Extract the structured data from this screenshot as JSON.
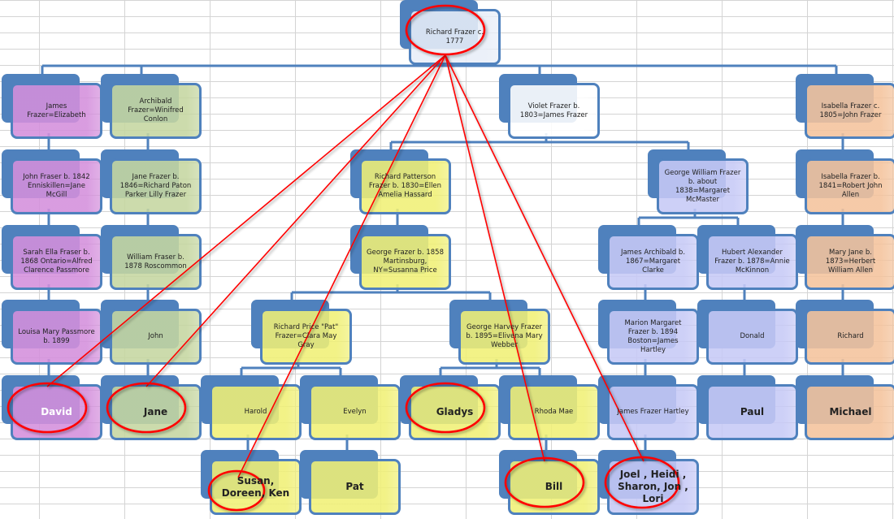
{
  "colors": {
    "connector": "#4f81bd",
    "annotation": "#ff0000",
    "root": "#e8eef8",
    "purple": "#d48fdc",
    "green": "#c5d6a0",
    "white": "#ffffff",
    "yellow": "#f0f076",
    "lavender": "#c6c9f6",
    "peach": "#f4c39c"
  },
  "root": {
    "id": "richard",
    "label": "Richard Frazer c. 1777",
    "color": "root",
    "circled": true
  },
  "nodes": [
    {
      "id": "james",
      "label": "James Frazer=Elizabeth",
      "color": "purple",
      "parent": "richard"
    },
    {
      "id": "john_fraser",
      "label": "John Fraser b. 1842 Enniskillen=Jane McGill",
      "color": "purple",
      "parent": "james"
    },
    {
      "id": "sarah",
      "label": "Sarah Ella Fraser b. 1868 Ontario=Alfred Clarence Passmore",
      "color": "purple",
      "parent": "john_fraser"
    },
    {
      "id": "louisa",
      "label": "Louisa Mary Passmore b. 1899",
      "color": "purple",
      "parent": "sarah"
    },
    {
      "id": "david",
      "label": "David",
      "color": "purple",
      "parent": "louisa",
      "bold": true,
      "white_text": true,
      "circled": true
    },
    {
      "id": "archibald",
      "label": "Archibald Frazer=Winifred Conlon",
      "color": "green",
      "parent": "richard"
    },
    {
      "id": "jane_frazer",
      "label": "Jane Frazer b. 1846=Richard Paton Parker Lilly Frazer",
      "color": "green",
      "parent": "archibald"
    },
    {
      "id": "william",
      "label": "William Fraser b. 1878 Roscommon",
      "color": "green",
      "parent": "jane_frazer"
    },
    {
      "id": "john",
      "label": "John",
      "color": "green",
      "parent": "william"
    },
    {
      "id": "jane",
      "label": "Jane",
      "color": "green",
      "parent": "john",
      "bold": true,
      "circled": true
    },
    {
      "id": "violet",
      "label": "Violet Frazer b. 1803=James Frazer",
      "color": "white",
      "parent": "richard"
    },
    {
      "id": "richard_patterson",
      "label": "Richard Patterson Frazer b. 1830=Ellen Amelia Hassard",
      "color": "yellow",
      "parent": "violet"
    },
    {
      "id": "george",
      "label": "George Frazer b. 1858 Martinsburg, NY=Susanna Price",
      "color": "yellow",
      "parent": "richard_patterson"
    },
    {
      "id": "richard_price",
      "label": "Richard Price \"Pat\" Frazer=Clara May Gray",
      "color": "yellow",
      "parent": "george"
    },
    {
      "id": "george_harvey",
      "label": "George Harvey Frazer b. 1895=Elivena Mary Webber",
      "color": "yellow",
      "parent": "george"
    },
    {
      "id": "harold",
      "label": "Harold",
      "color": "yellow",
      "parent": "richard_price"
    },
    {
      "id": "evelyn",
      "label": "Evelyn",
      "color": "yellow",
      "parent": "richard_price"
    },
    {
      "id": "gladys",
      "label": "Gladys",
      "color": "yellow",
      "parent": "george_harvey",
      "bold": true,
      "circled": true
    },
    {
      "id": "rhoda",
      "label": "Rhoda Mae",
      "color": "yellow",
      "parent": "george_harvey"
    },
    {
      "id": "susan",
      "label": "Susan, Doreen, Ken",
      "color": "yellow",
      "parent": "harold",
      "bold": true,
      "circled": true
    },
    {
      "id": "pat",
      "label": "Pat",
      "color": "yellow",
      "parent": "evelyn",
      "bold": true
    },
    {
      "id": "bill",
      "label": "Bill",
      "color": "yellow",
      "parent": "rhoda",
      "bold": true,
      "circled": true
    },
    {
      "id": "george_william",
      "label": "George William Frazer b. about 1838=Margaret McMaster",
      "color": "lavender",
      "parent": "violet"
    },
    {
      "id": "james_archibald",
      "label": "James Archibald b. 1867=Margaret Clarke",
      "color": "lavender",
      "parent": "george_william"
    },
    {
      "id": "hubert",
      "label": "Hubert Alexander Frazer b. 1878=Annie McKinnon",
      "color": "lavender",
      "parent": "george_william"
    },
    {
      "id": "marion",
      "label": "Marion Margaret Frazer b. 1894 Boston=James Hartley",
      "color": "lavender",
      "parent": "james_archibald"
    },
    {
      "id": "donald",
      "label": "Donald",
      "color": "lavender",
      "parent": "hubert"
    },
    {
      "id": "james_hartley",
      "label": "James Frazer Hartley",
      "color": "lavender",
      "parent": "marion"
    },
    {
      "id": "paul",
      "label": "Paul",
      "color": "lavender",
      "parent": "donald",
      "bold": true
    },
    {
      "id": "joel",
      "label": "Joel , Heidi , Sharon, Jon , Lori",
      "color": "lavender",
      "parent": "james_hartley",
      "bold": true,
      "circled": true
    },
    {
      "id": "isabella",
      "label": "Isabella Frazer c. 1805=John Frazer",
      "color": "peach",
      "parent": "richard"
    },
    {
      "id": "isabella2",
      "label": "Isabella Frazer b. 1841=Robert John Allen",
      "color": "peach",
      "parent": "isabella"
    },
    {
      "id": "mary_jane",
      "label": "Mary Jane b. 1873=Herbert William Allen",
      "color": "peach",
      "parent": "isabella2"
    },
    {
      "id": "richard_c",
      "label": "Richard",
      "color": "peach",
      "parent": "mary_jane"
    },
    {
      "id": "michael",
      "label": "Michael",
      "color": "peach",
      "parent": "richard_c",
      "bold": true
    }
  ],
  "annotation_links": [
    {
      "from": "richard",
      "to": "david"
    },
    {
      "from": "richard",
      "to": "jane"
    },
    {
      "from": "richard",
      "to": "susan"
    },
    {
      "from": "richard",
      "to": "gladys"
    },
    {
      "from": "richard",
      "to": "bill"
    },
    {
      "from": "richard",
      "to": "joel"
    }
  ]
}
